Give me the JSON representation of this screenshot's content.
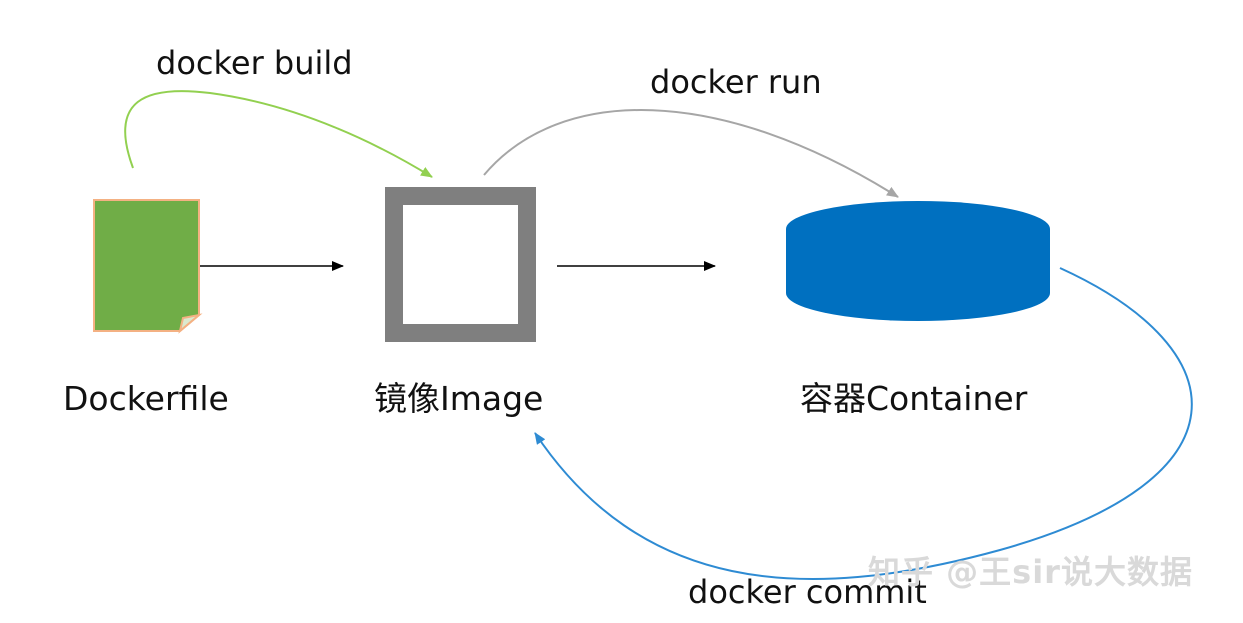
{
  "commands": {
    "build": "docker build",
    "run": "docker run",
    "commit": "docker commit"
  },
  "nodes": {
    "dockerfile": "Dockerfile",
    "image": "镜像Image",
    "container": "容器Container"
  },
  "watermark": "知乎 @王sir说大数据",
  "colors": {
    "dockerfile_fill": "#70ad47",
    "dockerfile_border": "#f4b183",
    "image_frame": "#7f7f7f",
    "container": "#0070c0",
    "build_arrow": "#92d050",
    "run_arrow": "#a6a6a6",
    "commit_arrow": "#2e8bd3",
    "flow_arrow": "#000000"
  },
  "icons": {
    "dockerfile": "document-icon",
    "image": "image-frame-icon",
    "container": "container-cylinder-icon"
  }
}
